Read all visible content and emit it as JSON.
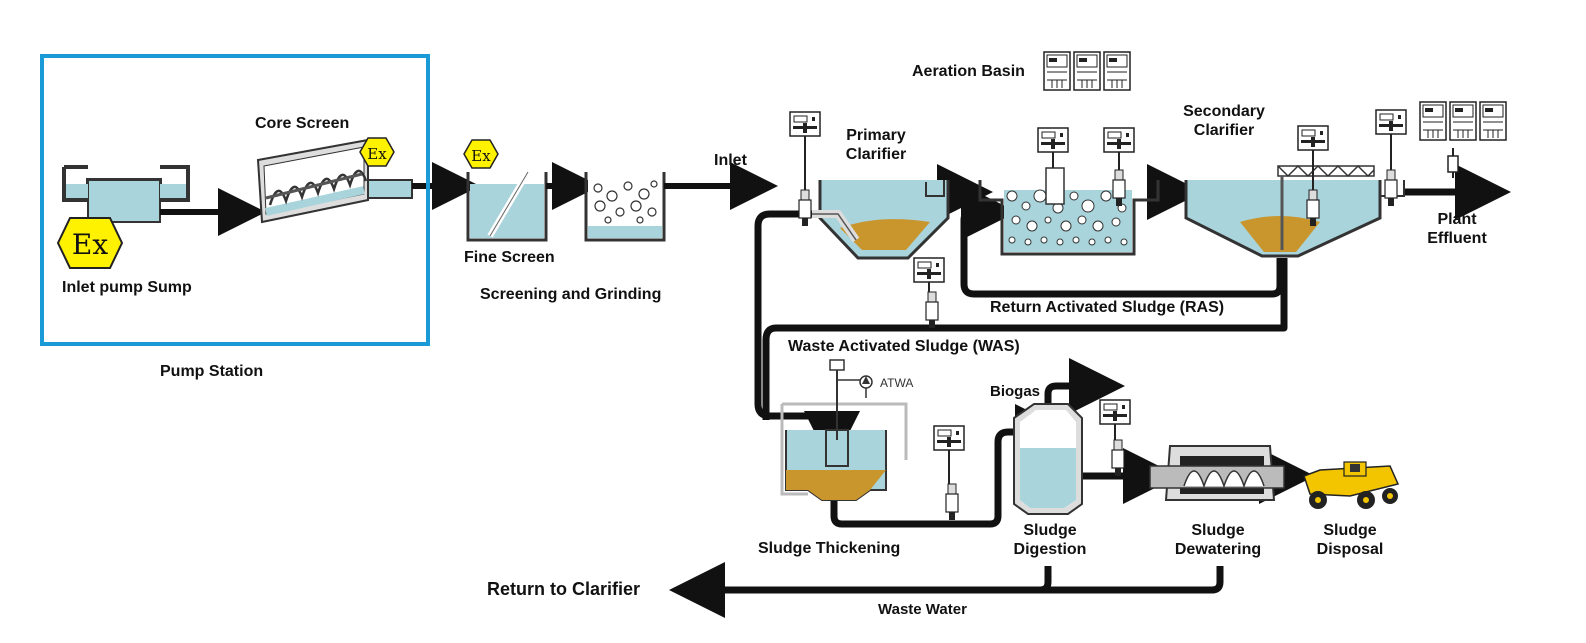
{
  "labels": {
    "core_screen": "Core Screen",
    "inlet_pump_sump": "Inlet pump Sump",
    "pump_station": "Pump Station",
    "fine_screen": "Fine Screen",
    "screening_grinding": "Screening and Grinding",
    "inlet": "Inlet",
    "aeration_basin": "Aeration Basin",
    "primary_clarifier": [
      "Primary",
      "Clarifier"
    ],
    "secondary_clarifier": [
      "Secondary",
      "Clarifier"
    ],
    "plant_effluent": [
      "Plant",
      "Effluent"
    ],
    "ras": "Return Activated Sludge (RAS)",
    "was": "Waste Activated Sludge (WAS)",
    "atwa": "ATWA",
    "biogas": "Biogas",
    "sludge_thickening": "Sludge Thickening",
    "sludge_digestion": [
      "Sludge",
      "Digestion"
    ],
    "sludge_dewatering": [
      "Sludge",
      "Dewatering"
    ],
    "sludge_disposal": [
      "Sludge",
      "Disposal"
    ],
    "return_to_clarifier": "Return to Clarifier",
    "waste_water": "Waste Water",
    "ex_symbol": "Ex"
  },
  "colors": {
    "water": "#a9d4dc",
    "sludge": "#c9962e",
    "wall": "#d8d8d8",
    "pipe": "#111111",
    "ex_yellow": "#fff200",
    "frame_blue": "#1a9ad6"
  }
}
